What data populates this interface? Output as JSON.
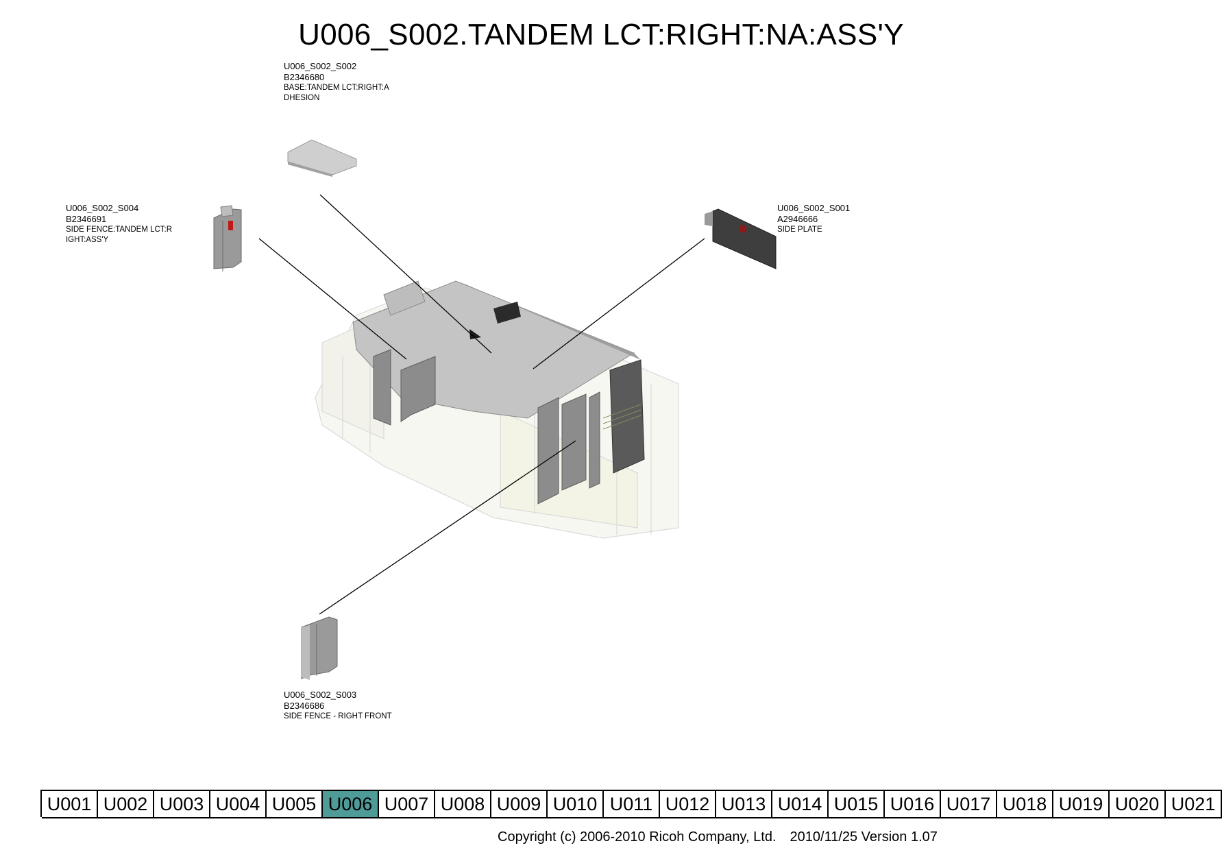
{
  "page": {
    "title": "U006_S002.TANDEM LCT:RIGHT:NA:ASS'Y"
  },
  "parts": [
    {
      "id": "U006_S002_S002",
      "number": "B2346680",
      "desc": [
        "BASE:TANDEM LCT:RIGHT:A",
        "DHESION"
      ]
    },
    {
      "id": "U006_S002_S004",
      "number": "B2346691",
      "desc": [
        "SIDE FENCE:TANDEM LCT:R",
        "IGHT:ASS'Y"
      ]
    },
    {
      "id": "U006_S002_S001",
      "number": "A2946666",
      "desc": [
        "SIDE PLATE"
      ]
    },
    {
      "id": "U006_S002_S003",
      "number": "B2346686",
      "desc": [
        "SIDE FENCE - RIGHT FRONT"
      ]
    }
  ],
  "nav": {
    "items": [
      "U001",
      "U002",
      "U003",
      "U004",
      "U005",
      "U006",
      "U007",
      "U008",
      "U009",
      "U010",
      "U011",
      "U012",
      "U013",
      "U014",
      "U015",
      "U016",
      "U017",
      "U018",
      "U019",
      "U020",
      "U021"
    ],
    "active": "U006",
    "active_color": "#4f9b97"
  },
  "footer": {
    "copyright": "Copyright (c) 2006-2010 Ricoh Company, Ltd.",
    "version": "2010/11/25 Version 1.07"
  }
}
